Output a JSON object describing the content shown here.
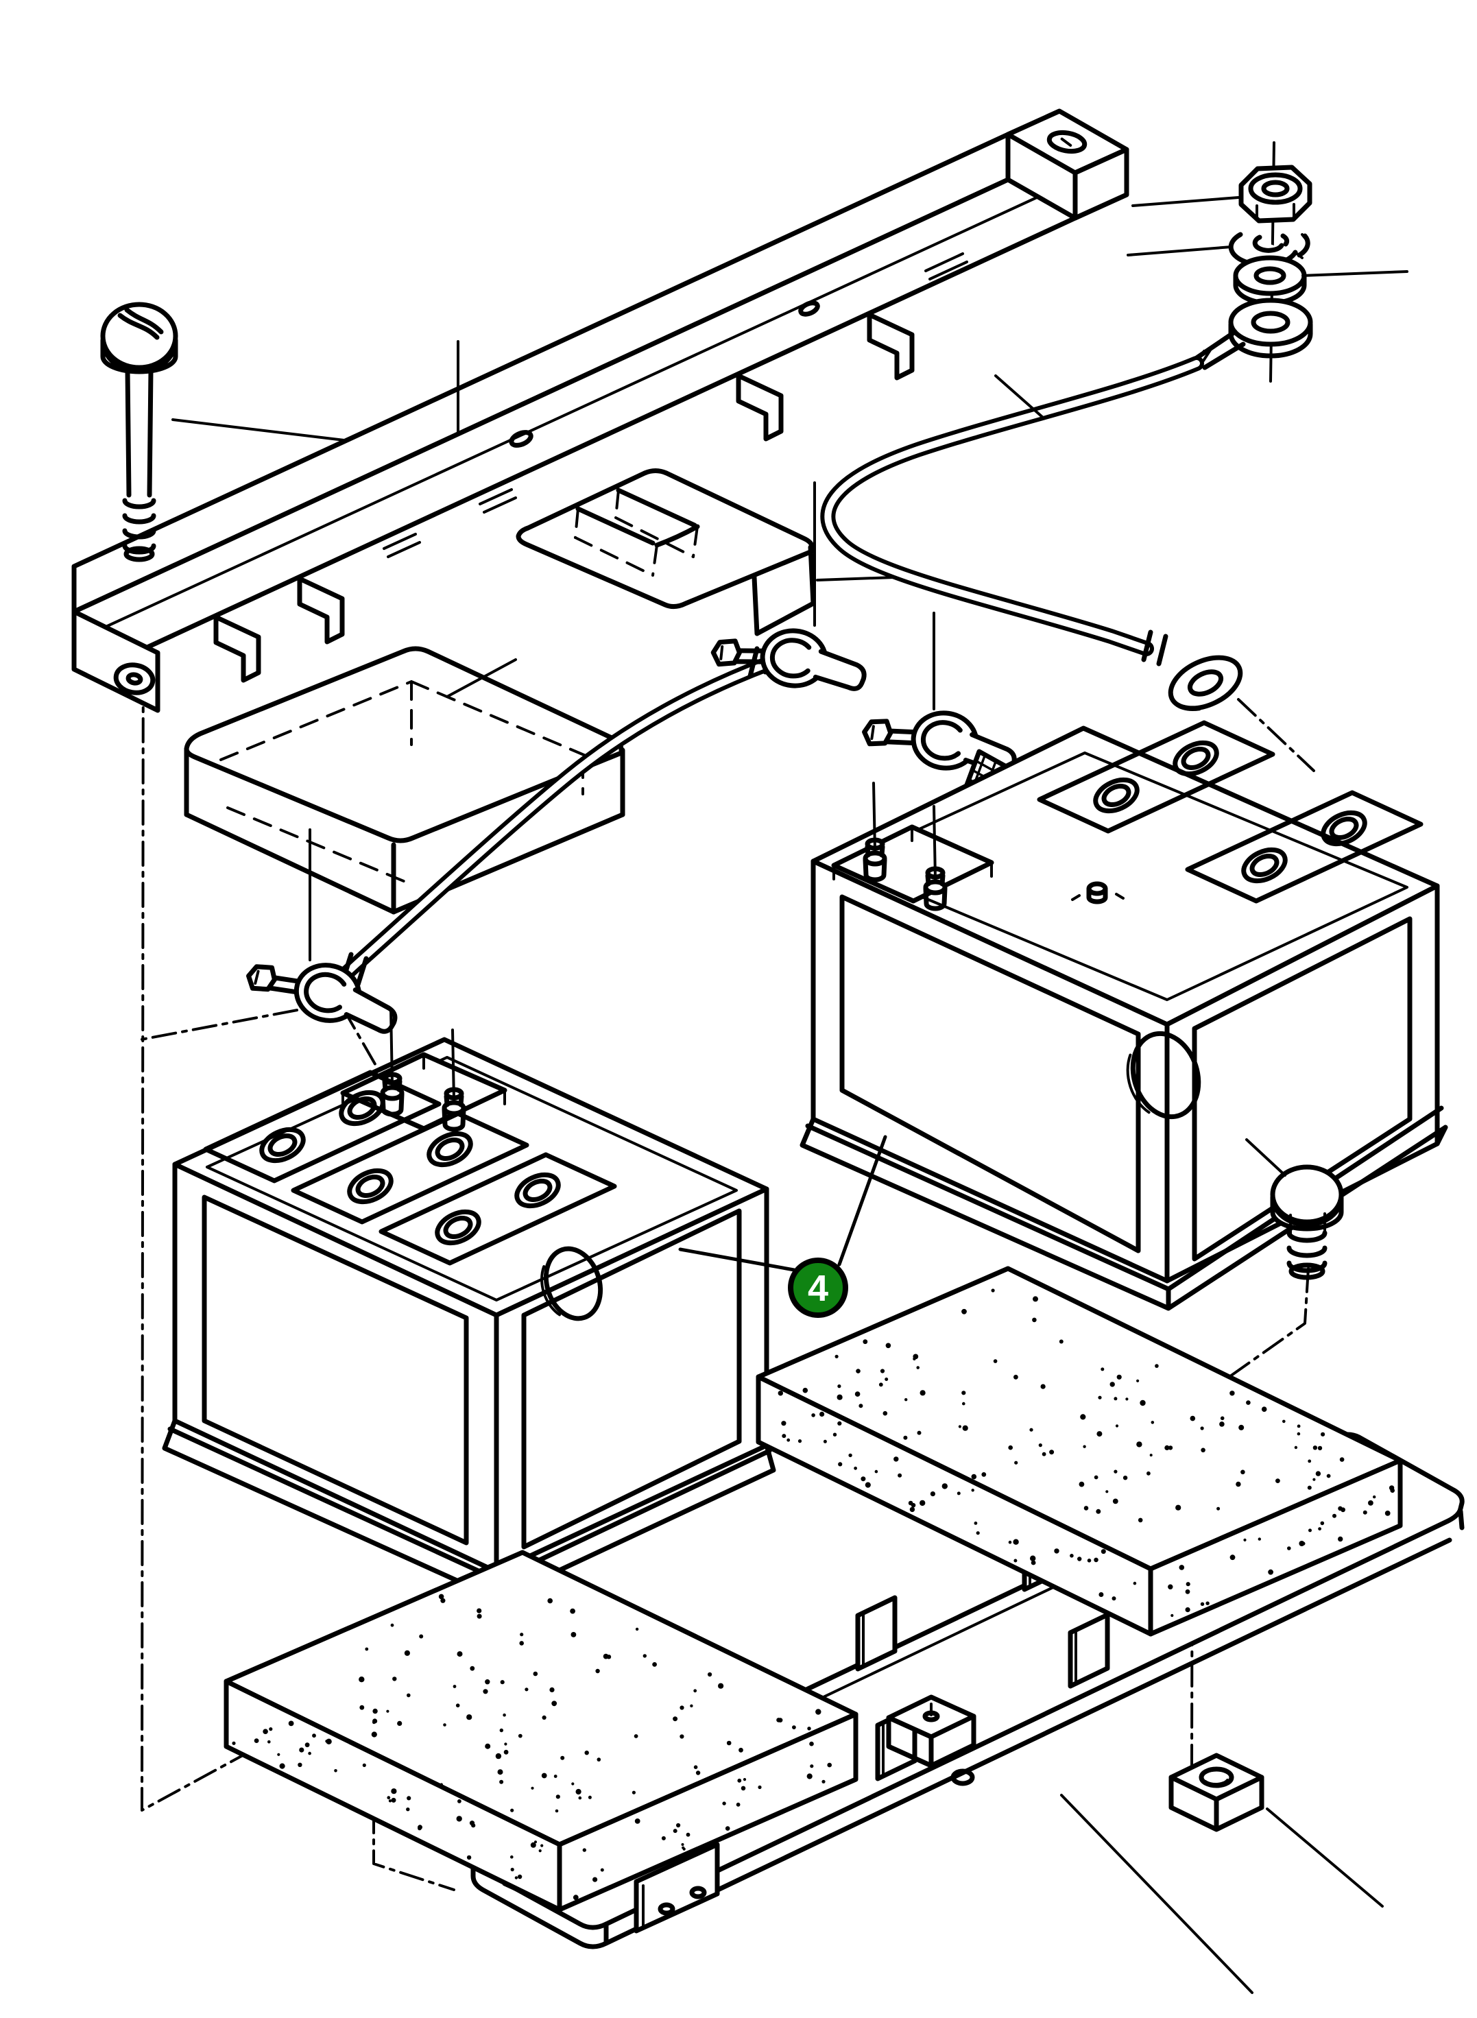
{
  "figure": {
    "type": "exploded-parts-diagram",
    "subject": "battery mounting and cable assembly",
    "background_color": "#ffffff",
    "line_color": "#000000"
  },
  "callouts": [
    {
      "label": "4",
      "shape": "circle",
      "fill_color": "#0f8312",
      "text_color": "#ffffff",
      "border_color": "#000000",
      "target_part": "battery"
    }
  ],
  "parts": [
    "battery-hold-down-frame",
    "hold-down-bolt",
    "hex-nut",
    "lock-washer",
    "flat-washer",
    "cable-ring-terminal",
    "positive-battery-cable",
    "terminal-cover-plate",
    "terminal-rubber-cover",
    "intercell-jumper-cable",
    "battery-terminal-clamp",
    "ground-strap",
    "battery-right",
    "battery-left",
    "foam-pad-right",
    "foam-pad-left",
    "battery-tray",
    "mounting-bolt",
    "square-nut"
  ]
}
